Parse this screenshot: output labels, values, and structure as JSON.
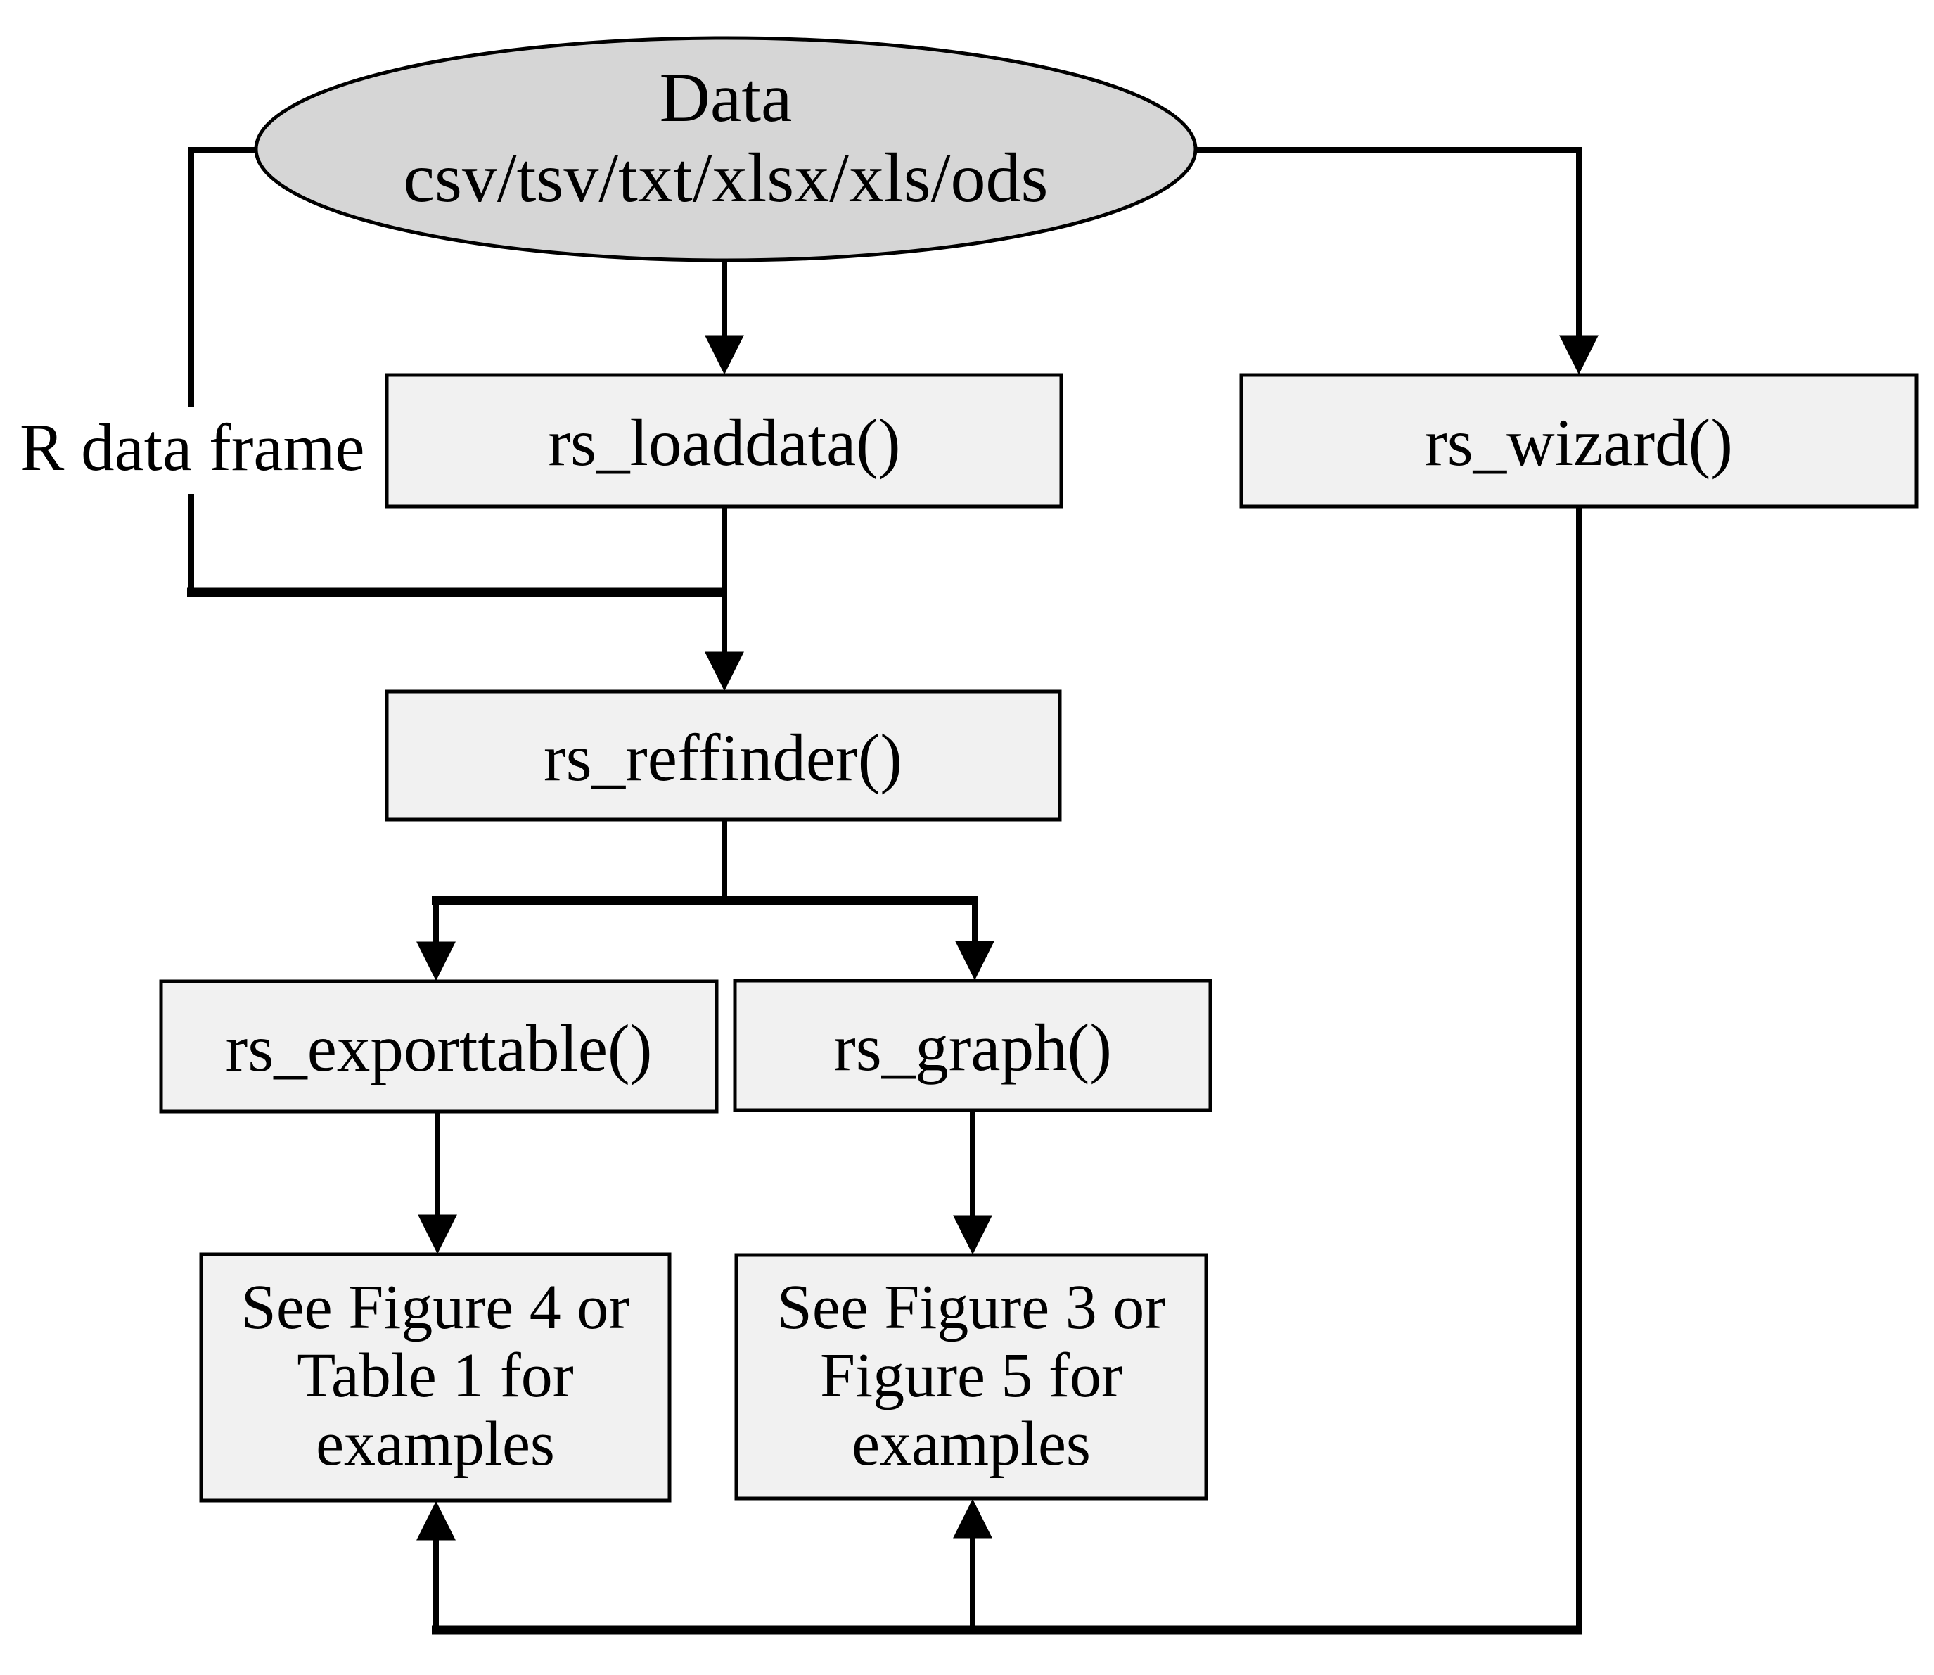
{
  "diagram": {
    "colors": {
      "line": "#000000",
      "text": "#000000",
      "background": "#ffffff",
      "node_fill": "#f1f1f1",
      "ellipse_fill": "#d6d6d6"
    },
    "nodes": {
      "data_source": {
        "lines": [
          "Data",
          "csv/tsv/txt/xlsx/xls/ods"
        ]
      },
      "loaddata": {
        "label": "rs_loaddata()"
      },
      "wizard": {
        "label": "rs_wizard()"
      },
      "reffinder": {
        "label": "rs_reffinder()"
      },
      "exporttable": {
        "label": "rs_exporttable()"
      },
      "graph": {
        "label": "rs_graph()"
      },
      "see_table_examples": {
        "lines": [
          "See Figure 4 or",
          "Table 1 for",
          "examples"
        ]
      },
      "see_graph_examples": {
        "lines": [
          "See Figure 3 or",
          "Figure 5 for",
          "examples"
        ]
      }
    },
    "labels": {
      "r_data_frame": "R data frame"
    }
  }
}
